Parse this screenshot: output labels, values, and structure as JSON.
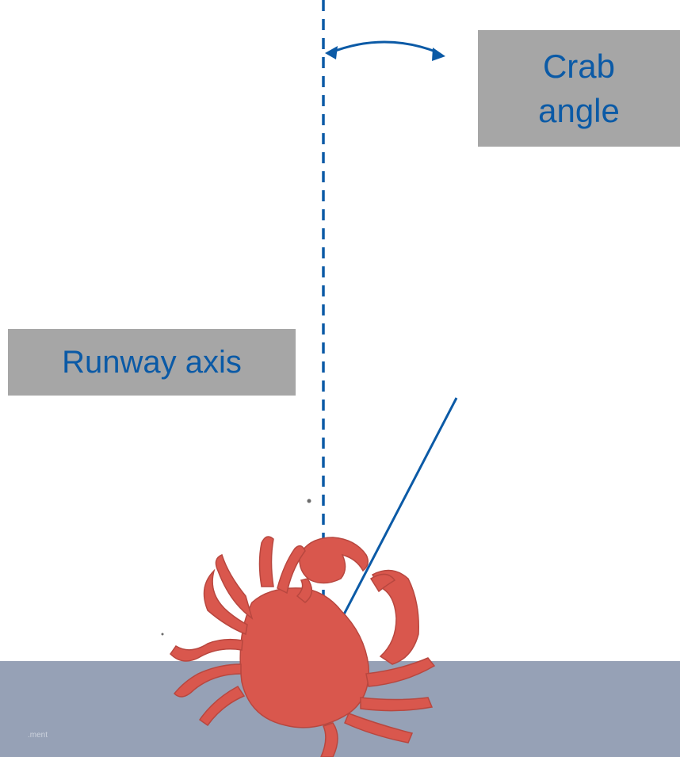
{
  "labels": {
    "crab_angle": "Crab\nangle",
    "runway_axis": "Runway axis"
  },
  "footer": {
    "note_fragment": "ment."
  },
  "colors": {
    "line_blue": "#0b5aa6",
    "label_bg": "#a6a6a6",
    "footer_bg": "#96a1b6",
    "crab_red": "#d9574d"
  },
  "icons": {
    "crab": "crab-illustration",
    "angle_arrow": "double-headed-curved-arrow"
  }
}
